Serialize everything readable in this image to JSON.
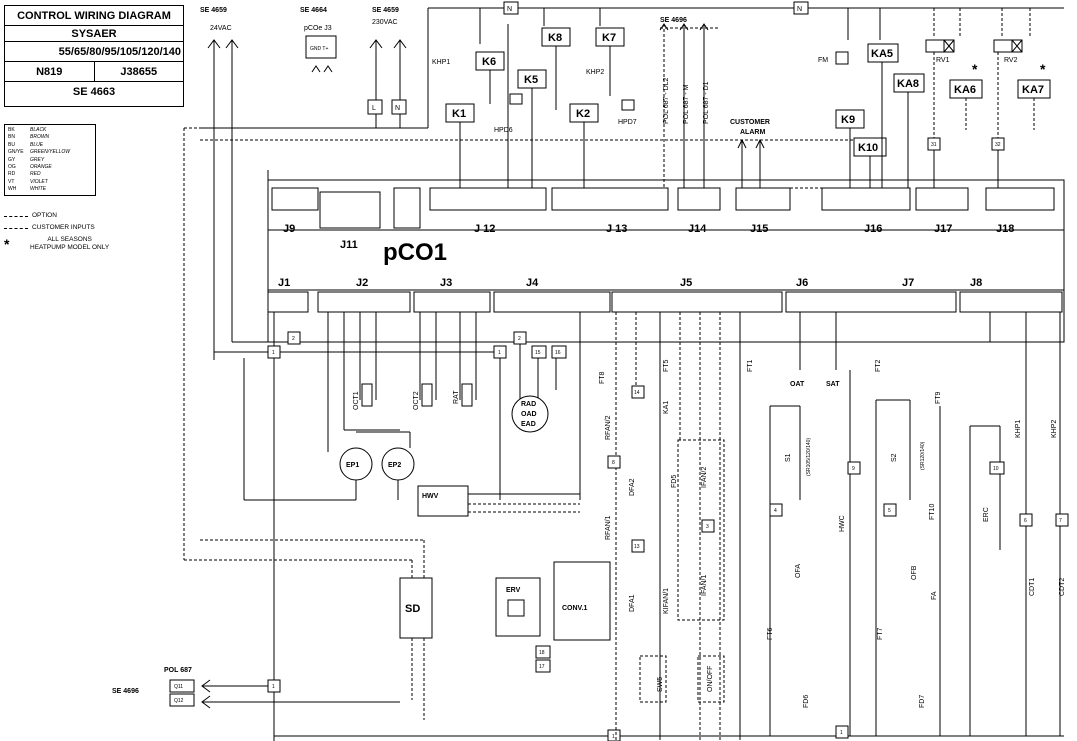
{
  "title_block": {
    "title": "CONTROL WIRING DIAGRAM",
    "product": "SYSAER",
    "models": "55/65/80/95/105/120/140",
    "code_left": "N819",
    "code_right": "J38655",
    "reference": "SE 4663"
  },
  "legend": [
    {
      "code": "BK",
      "name": "BLACK"
    },
    {
      "code": "BN",
      "name": "BROWN"
    },
    {
      "code": "BU",
      "name": "BLUE"
    },
    {
      "code": "GN/YE",
      "name": "GREEN/YELLOW"
    },
    {
      "code": "GY",
      "name": "GREY"
    },
    {
      "code": "OG",
      "name": "ORANGE"
    },
    {
      "code": "RD",
      "name": "RED"
    },
    {
      "code": "VT",
      "name": "VIOLET"
    },
    {
      "code": "WH",
      "name": "WHITE"
    }
  ],
  "notes": {
    "option": "OPTION",
    "customer_inputs": "CUSTOMER INPUTS",
    "star_note_1": "ALL SEASONS",
    "star_note_2": "HEATPUMP MODEL ONLY"
  },
  "controller": {
    "name": "pCO1",
    "top_connectors": [
      "J9",
      "J11",
      "J 12",
      "J 13",
      "J14",
      "J15",
      "J16",
      "J17",
      "J18"
    ],
    "bottom_connectors": [
      "J1",
      "J2",
      "J3",
      "J4",
      "J5",
      "J6",
      "J7",
      "J8"
    ]
  },
  "supply_refs": [
    {
      "ref": "SE 4659",
      "sub": "24VAC"
    },
    {
      "ref": "SE 4664",
      "sub": "pCOe J3"
    },
    {
      "ref": "SE 4659",
      "sub": "230VAC"
    },
    {
      "ref": "SE 4696",
      "sub": ""
    },
    {
      "ref": "SE 4696",
      "sub": ""
    }
  ],
  "pol_687": "POL 687",
  "pol_outputs": [
    "POL 687 - DL2",
    "POL 687 - M",
    "POL 687 - D1"
  ],
  "customer_alarm": [
    "CUSTOMER",
    "ALARM"
  ],
  "relays": [
    "K6",
    "K8",
    "K7",
    "K5",
    "K1",
    "K2",
    "KA5",
    "KA8",
    "K9",
    "K10",
    "KA6",
    "KA7"
  ],
  "relay_coils": [
    "RV1",
    "RV2",
    "FM"
  ],
  "switch_labels": [
    "KHP1",
    "KHP2",
    "HPD6",
    "HPD7",
    "FT8",
    "RFAN/2",
    "DFA2",
    "RFAN/1",
    "DFA1",
    "FT5",
    "KA1",
    "FD5",
    "IFAN/2",
    "KIFAN/1",
    "IFAN/1",
    "SW5",
    "ON/OFF",
    "FT1",
    "OAT",
    "SAT",
    "FT2",
    "S1",
    "S2",
    "FT9",
    "HWC",
    "FT10",
    "ERC",
    "KHP1",
    "KHP2",
    "OFA",
    "OFB",
    "FA",
    "CDT1",
    "CDT2",
    "FT6",
    "FT7",
    "FD6",
    "FD7"
  ],
  "sensors": [
    "OCT1",
    "OCT2",
    "RAT",
    "EP1",
    "EP2",
    "RAD",
    "OAD",
    "EAD",
    "HWV",
    "SD",
    "ERV",
    "CONV.1"
  ],
  "terminals": [
    "1",
    "2",
    "1",
    "2",
    "15",
    "16",
    "14",
    "8",
    "13",
    "4",
    "9",
    "5",
    "10",
    "6",
    "7",
    "3",
    "18",
    "17",
    "1",
    "1",
    "1"
  ],
  "q_terminals": [
    "Q11",
    "Q12"
  ],
  "neutral": "N",
  "wire_colors": [
    "BU",
    "BK",
    "WH",
    "GN",
    "GY",
    "BN",
    "RD",
    "OG",
    "VT"
  ],
  "model_notes": [
    "(SR105/120/140)",
    "(SR120/140)"
  ]
}
